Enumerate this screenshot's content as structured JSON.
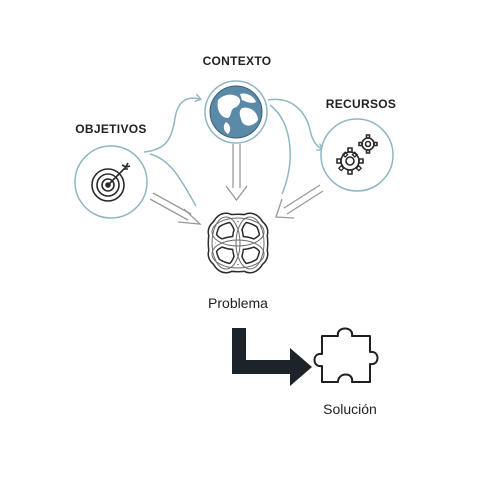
{
  "nodes": {
    "objetivos": {
      "label": "OBJETIVOS",
      "icon": "target-icon"
    },
    "contexto": {
      "label": "CONTEXTO",
      "icon": "globe-icon"
    },
    "recursos": {
      "label": "RECURSOS",
      "icon": "gears-icon"
    },
    "problema": {
      "label": "Problema",
      "icon": "knot-icon"
    },
    "solucion": {
      "label": "Solución",
      "icon": "puzzle-piece-icon"
    }
  },
  "colors": {
    "circle_stroke": "#8fb7c3",
    "arrow_gray": "#9a9a9a",
    "globe_blue": "#5b89a8",
    "dark": "#1c232b"
  }
}
